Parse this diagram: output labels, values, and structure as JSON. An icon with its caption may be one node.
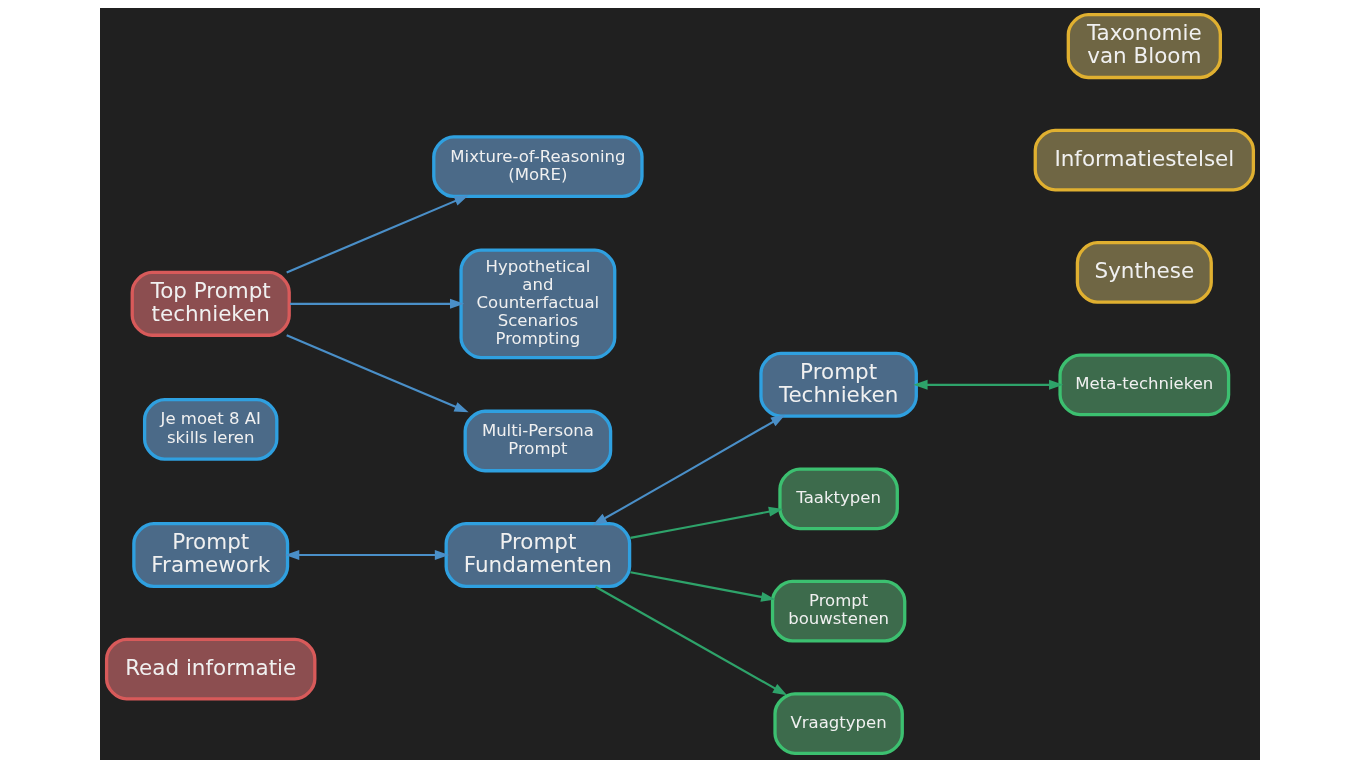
{
  "diagram": {
    "nodes": [
      {
        "text": [
          "Read informatie"
        ]
      },
      {
        "text": [
          "Prompt Framework"
        ]
      },
      {
        "text": [
          "Prompt Fundamenten"
        ]
      },
      {
        "text": [
          "Prompt Technieken"
        ]
      },
      {
        "text": [
          "Meta-technieken"
        ]
      },
      {
        "text": [
          "Taaktypen"
        ]
      },
      {
        "text": [
          "Prompt bouwstenen"
        ]
      },
      {
        "text": [
          "Vraagtypen"
        ]
      },
      {
        "text": [
          "Je moet 8 AI skills leren"
        ]
      },
      {
        "text": [
          "Synthese"
        ]
      },
      {
        "text": [
          "Informatiestelsel"
        ]
      },
      {
        "text": [
          "Taxonomie van Bloom"
        ]
      },
      {
        "text": [
          "Top Prompt technieken"
        ]
      },
      {
        "text": [
          "Mixture-of-Reasoning (MoRE)"
        ]
      },
      {
        "text": [
          "Hypothetical and Counterfactual Scenarios Prompting"
        ]
      },
      {
        "text": [
          "Multi-Persona Prompt"
        ]
      }
    ],
    "edges": [
      {
        "from": 1,
        "to": 2,
        "arrow": "both"
      },
      {
        "from": 2,
        "to": 3,
        "arrow": "both"
      },
      {
        "from": 3,
        "to": 4,
        "arrow": "both",
        "color": "#2ea36a"
      },
      {
        "from": 2,
        "to": 5,
        "arrow": "to",
        "color": "#2ea36a"
      },
      {
        "from": 2,
        "to": 6,
        "arrow": "to",
        "color": "#2ea36a"
      },
      {
        "from": 2,
        "to": 7,
        "arrow": "to",
        "color": "#2ea36a"
      },
      {
        "from": 12,
        "to": 13,
        "arrow": "to"
      },
      {
        "from": 12,
        "to": 14,
        "arrow": "to"
      },
      {
        "from": 12,
        "to": 15,
        "arrow": "to"
      }
    ]
  }
}
